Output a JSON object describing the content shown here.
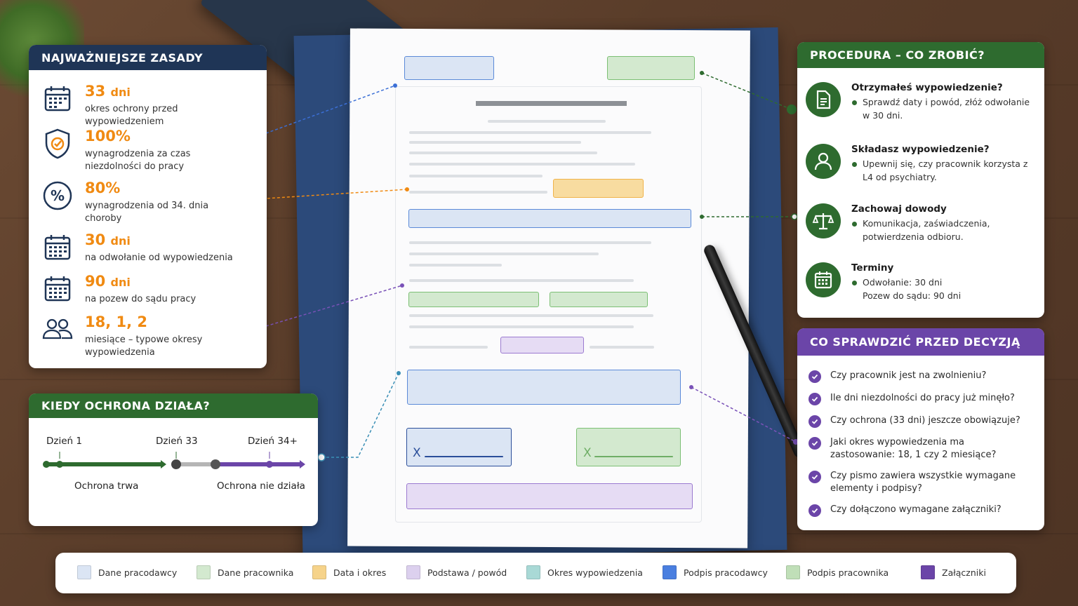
{
  "rules": {
    "title": "NAJWAŻNIEJSZE ZASADY",
    "items": [
      {
        "value": "33",
        "unit": "dni",
        "desc": "okres ochrony przed wypowiedzeniem",
        "icon": "calendar-icon"
      },
      {
        "value": "100%",
        "unit": "",
        "desc": "wynagrodzenia za czas niezdolności do pracy",
        "icon": "shield-icon"
      },
      {
        "value": "80%",
        "unit": "",
        "desc": "wynagrodzenia od 34. dnia choroby",
        "icon": "percent-icon"
      },
      {
        "value": "30",
        "unit": "dni",
        "desc": "na odwołanie od wypowiedzenia",
        "icon": "calendar-icon"
      },
      {
        "value": "90",
        "unit": "dni",
        "desc": "na pozew do sądu pracy",
        "icon": "calendar-icon"
      },
      {
        "value": "18, 1, 2",
        "unit": "",
        "desc": "miesiące – typowe okresy wypowiedzenia",
        "icon": "people-icon"
      }
    ]
  },
  "timeline": {
    "title": "KIEDY OCHRONA DZIAŁA?",
    "day1": "Dzień 1",
    "day33": "Dzień 33",
    "day34": "Dzień 34+",
    "active": "Ochrona trwa",
    "inactive": "Ochrona nie działa"
  },
  "procedure": {
    "title": "PROCEDURA – CO ZROBIĆ?",
    "steps": [
      {
        "title": "Otrzymałeś wypowiedzenie?",
        "body": "Sprawdź daty i powód, złóż odwołanie w 30 dni.",
        "icon": "document-icon"
      },
      {
        "title": "Składasz wypowiedzenie?",
        "body": "Upewnij się, czy pracownik korzysta z L4 od psychiatry.",
        "icon": "user-icon"
      },
      {
        "title": "Zachowaj dowody",
        "body": "Komunikacja, zaświadczenia, potwierdzenia odbioru.",
        "icon": "scales-icon"
      },
      {
        "title": "Terminy",
        "body_line1": "Odwołanie: 30 dni",
        "body_line2": "Pozew do sądu: 90 dni",
        "icon": "calendar-icon"
      }
    ]
  },
  "checklist": {
    "title": "CO SPRAWDZIĆ PRZED DECYZJĄ",
    "items": [
      "Czy pracownik jest na zwolnieniu?",
      "Ile dni niezdolności do pracy już minęło?",
      "Czy ochrona (33 dni) jeszcze obowiązuje?",
      "Jaki okres wypowiedzenia ma zastosowanie: 18, 1 czy 2 miesiące?",
      "Czy pismo zawiera wszystkie wymagane elementy i podpisy?",
      "Czy dołączono wymagane załączniki?"
    ]
  },
  "document": {
    "sig_mark_left": "X",
    "sig_mark_right": "X"
  },
  "legend": [
    {
      "label": "Dane pracodawcy",
      "color": "#dbe5f4"
    },
    {
      "label": "Dane pracownika",
      "color": "#d3e9cf"
    },
    {
      "label": "Data i okres",
      "color": "#f6d38a"
    },
    {
      "label": "Podstawa / powód",
      "color": "#dcd0ee"
    },
    {
      "label": "Okres wypowiedzenia",
      "color": "#a9d9d6"
    },
    {
      "label": "Podpis pracodawcy",
      "color": "#4a7fe0"
    },
    {
      "label": "Podpis pracownika",
      "color": "#c0dfb8"
    },
    {
      "label": "Załączniki",
      "color": "#6b45a8"
    }
  ],
  "colors": {
    "navy": "#1f3556",
    "green": "#2e6b2f",
    "purple": "#6b45a8",
    "orange": "#f08a12",
    "blue": "#3b6fd6"
  }
}
